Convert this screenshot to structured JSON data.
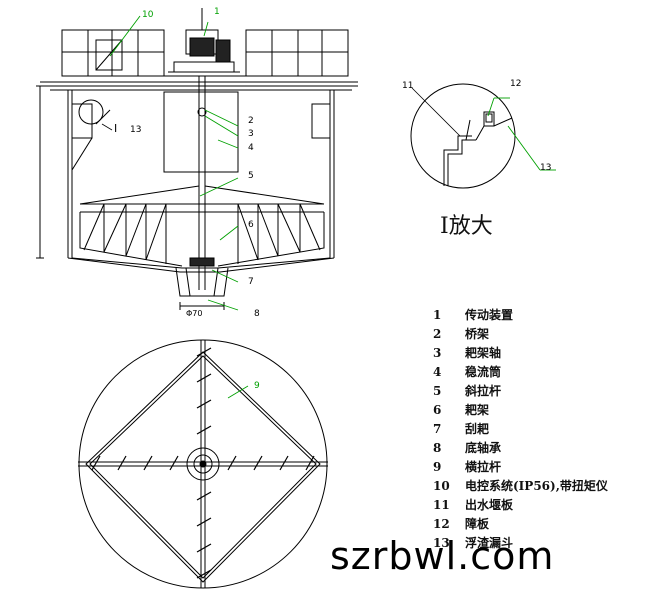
{
  "detail_caption": "I放大",
  "watermark": "szrbwl.com",
  "dimension_label": "Φ70",
  "legend": [
    {
      "num": "1",
      "text": "传动装置"
    },
    {
      "num": "2",
      "text": "桥架"
    },
    {
      "num": "3",
      "text": "耙架轴"
    },
    {
      "num": "4",
      "text": "稳流筒"
    },
    {
      "num": "5",
      "text": "斜拉杆"
    },
    {
      "num": "6",
      "text": "耙架"
    },
    {
      "num": "7",
      "text": "刮耙"
    },
    {
      "num": "8",
      "text": "底轴承"
    },
    {
      "num": "9",
      "text": "横拉杆"
    },
    {
      "num": "10",
      "text": "电控系统(IP56),带扭矩仪"
    },
    {
      "num": "11",
      "text": "出水堰板"
    },
    {
      "num": "12",
      "text": "障板"
    },
    {
      "num": "13",
      "text": "浮渣漏斗"
    }
  ],
  "callouts": {
    "c1": "1",
    "c2": "2",
    "c3": "3",
    "c4": "4",
    "c5": "5",
    "c6": "6",
    "c7": "7",
    "c8": "8",
    "c9": "9",
    "c10": "10",
    "cI": "I",
    "c13": "13",
    "d11": "11",
    "d12": "12",
    "d13": "13"
  },
  "colors": {
    "line": "#000000",
    "callout_green": "#00a000"
  }
}
